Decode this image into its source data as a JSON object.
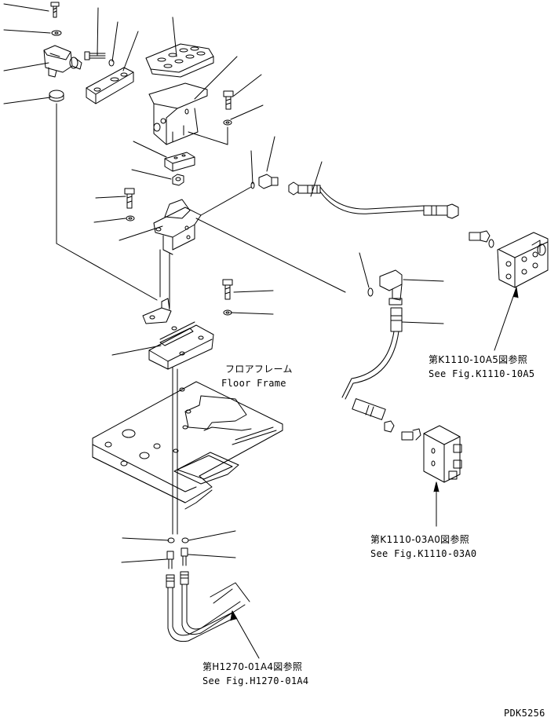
{
  "labels": {
    "floor_frame_jp": "フロアフレーム",
    "floor_frame_en": "Floor Frame",
    "ref_1_jp": "第K1110-10A5図参照",
    "ref_1_en": "See Fig.K1110-10A5",
    "ref_2_jp": "第K1110-03A0図参照",
    "ref_2_en": "See Fig.K1110-03A0",
    "ref_3_jp": "第H1270-01A4図参照",
    "ref_3_en": "See Fig.H1270-01A4",
    "drawing_code": "PDK5256"
  }
}
